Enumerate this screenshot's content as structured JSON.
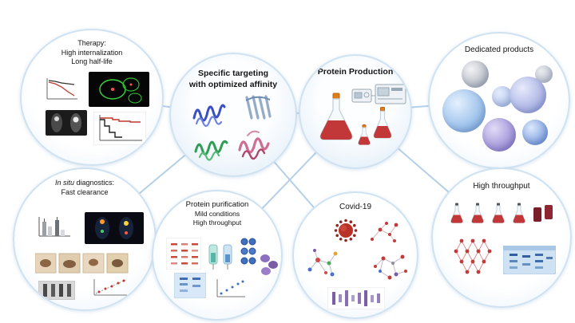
{
  "palette": {
    "link_line": "#b5cfe8",
    "node_border": "#cfe2f2",
    "hub_fill": "#d7e7f6",
    "flask_cap_orange": "#e07b1a",
    "liquid_red": "#c23737",
    "covid_red": "#b83227",
    "blot_purple": "#7b5fa8"
  },
  "nodes": {
    "therapy": {
      "title": "Therapy:",
      "line1": "High internalization",
      "line2": "Long half-life"
    },
    "targeting": {
      "line1": "Specific targeting",
      "line2": "with optimized affinity"
    },
    "production": {
      "title": "Protein Production"
    },
    "dedicated": {
      "title": "Dedicated products"
    },
    "insitu": {
      "title_italic": "In situ",
      "title_rest": " diagnostics:",
      "line1": "Fast clearance"
    },
    "purification": {
      "title": "Protein purification",
      "line1": "Mild conditions",
      "line2": "High throughput"
    },
    "covid": {
      "title": "Covid-19"
    },
    "throughput": {
      "title": "High throughput"
    }
  }
}
